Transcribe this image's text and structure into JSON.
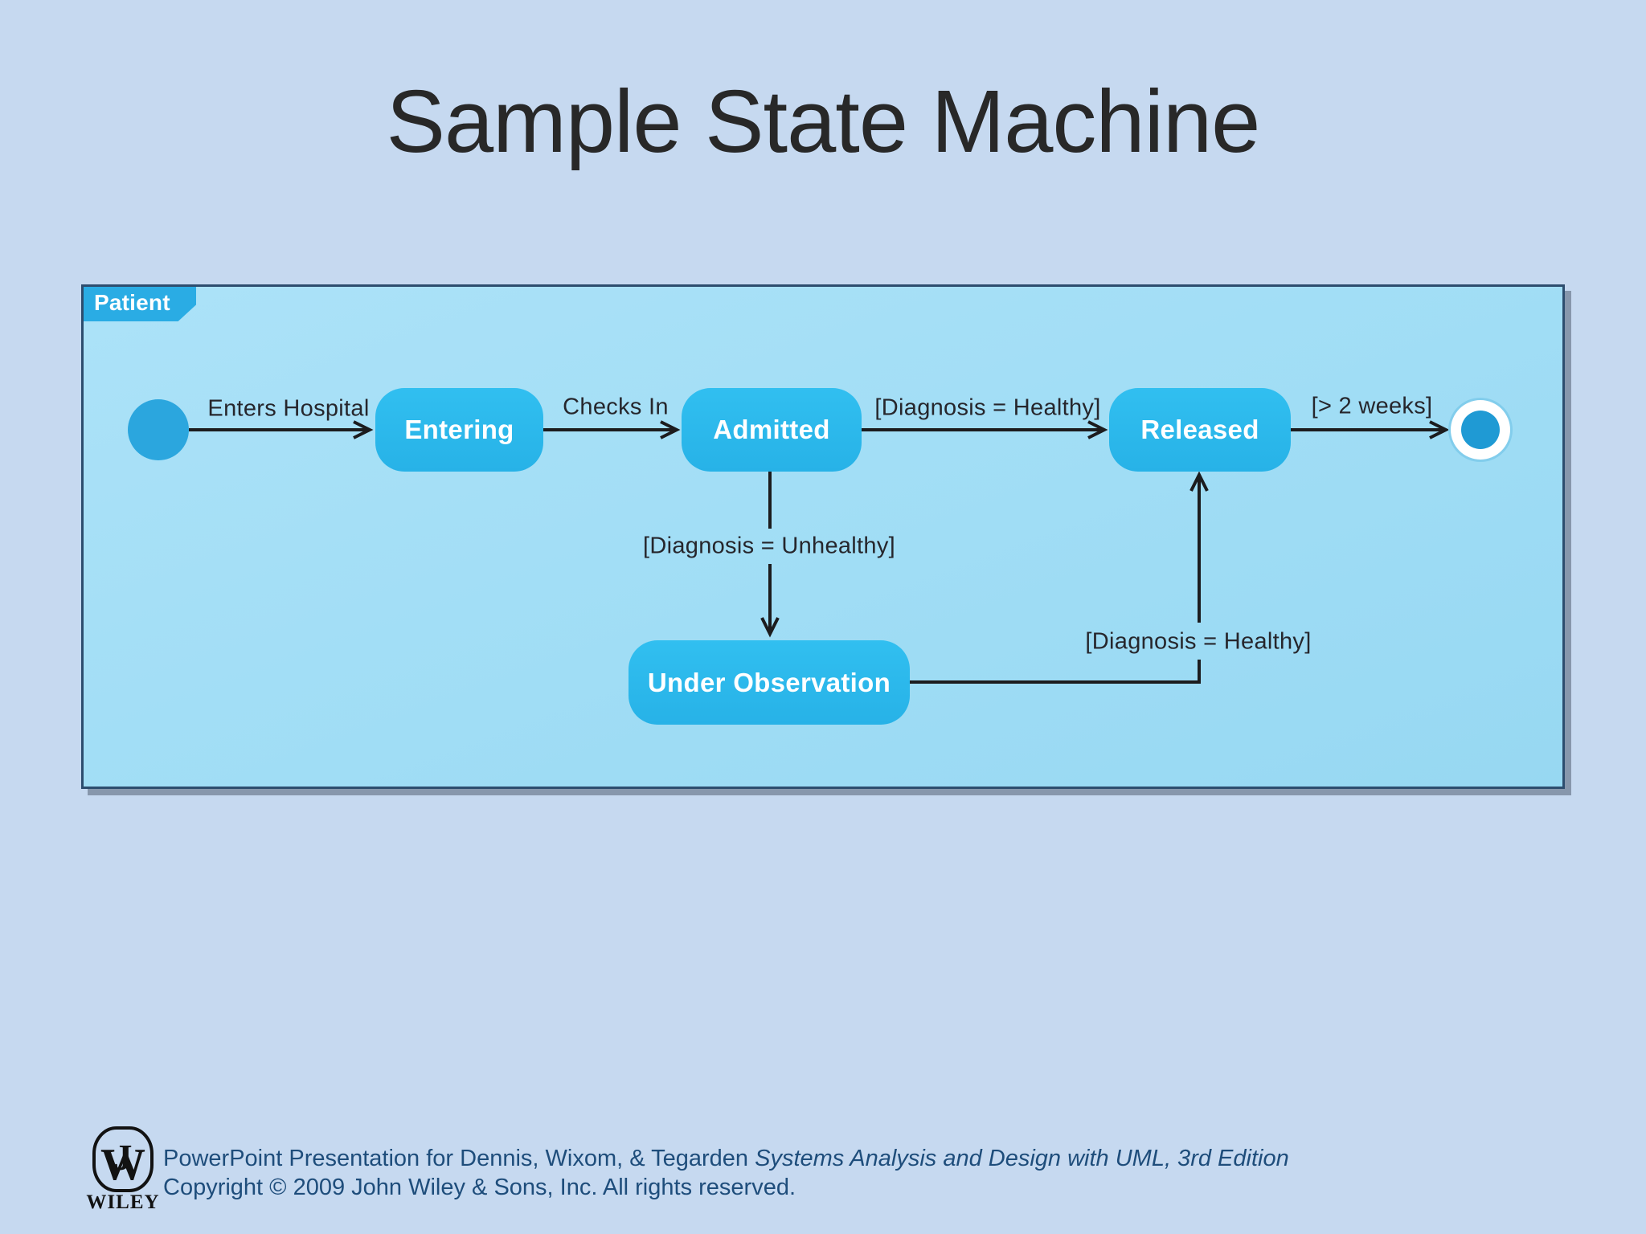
{
  "slide": {
    "title": "Sample State Machine"
  },
  "diagram": {
    "frame_label": "Patient",
    "states": [
      {
        "id": "entering",
        "label": "Entering"
      },
      {
        "id": "admitted",
        "label": "Admitted"
      },
      {
        "id": "released",
        "label": "Released"
      },
      {
        "id": "under_observation",
        "label": "Under Observation"
      }
    ],
    "initial_state": "initial-node",
    "final_state": "final-node",
    "transitions": [
      {
        "from": "initial",
        "to": "entering",
        "label": "Enters Hospital"
      },
      {
        "from": "entering",
        "to": "admitted",
        "label": "Checks In"
      },
      {
        "from": "admitted",
        "to": "released",
        "label": "[Diagnosis = Healthy]"
      },
      {
        "from": "released",
        "to": "final",
        "label": "[> 2 weeks]"
      },
      {
        "from": "admitted",
        "to": "under_observation",
        "label": "[Diagnosis = Unhealthy]"
      },
      {
        "from": "under_observation",
        "to": "released",
        "label": "[Diagnosis = Healthy]"
      }
    ],
    "colors": {
      "slide_background": "#c6d9f0",
      "frame_background": "#a0ddf5",
      "frame_border": "#2d4d6e",
      "frame_shadow": "#8797ac",
      "tab_fill": "#2aace4",
      "state_fill": "#29b8ec",
      "state_text": "#ffffff",
      "initial_node_fill": "#2ba6de",
      "final_node_inner": "#1f9ad4",
      "connector": "#1c1c1e",
      "label_text": "#26262c"
    }
  },
  "footer": {
    "logo": {
      "monogram_top": "J",
      "monogram_main": "W",
      "wordmark": "WILEY"
    },
    "line1_prefix": "PowerPoint Presentation for Dennis, Wixom, & Tegarden ",
    "line1_italic": "Systems Analysis and Design with UML, 3rd Edition",
    "line2": "Copyright © 2009 John Wiley & Sons, Inc.  All rights reserved.",
    "text_color": "#1e4d7b"
  }
}
